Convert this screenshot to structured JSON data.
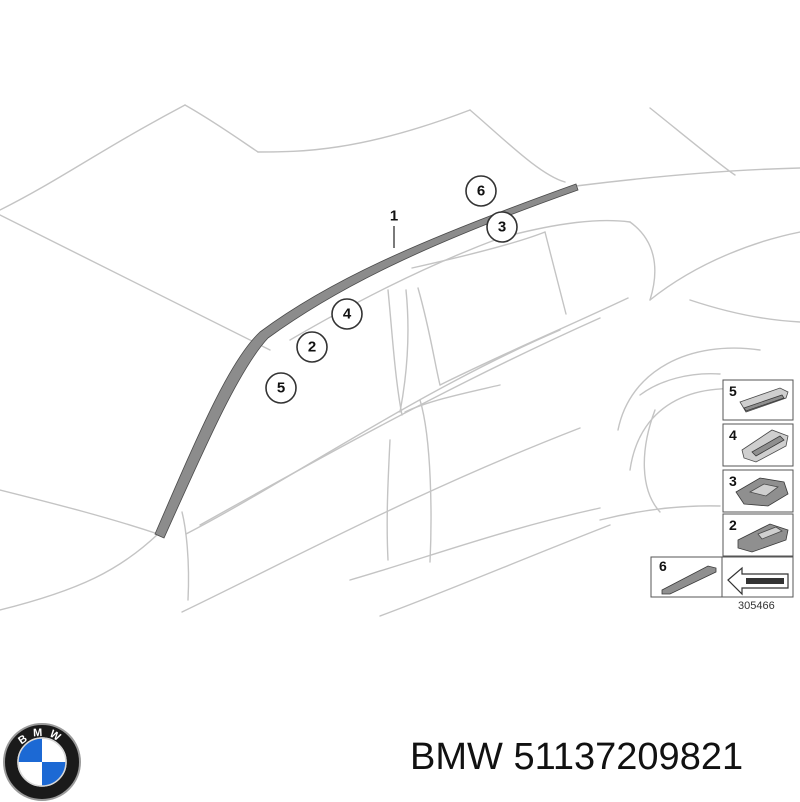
{
  "callouts": {
    "trim_strip": "1",
    "c2": "2",
    "c3": "3",
    "c4": "4",
    "c5": "5",
    "c6": "6"
  },
  "legend": {
    "item5": "5",
    "item4": "4",
    "item3": "3",
    "item2": "2",
    "item6": "6"
  },
  "reference_number": "305466",
  "caption": {
    "brand": "BMW",
    "part_number": "51137209821"
  },
  "logo": {
    "letters": [
      "B",
      "M",
      "W"
    ],
    "colors": {
      "ring": "#1a1a1a",
      "blue": "#1c69d4",
      "white": "#ffffff"
    }
  },
  "colors": {
    "trim_strip": "#8c8c8c",
    "outline": "#c4c4c4"
  }
}
